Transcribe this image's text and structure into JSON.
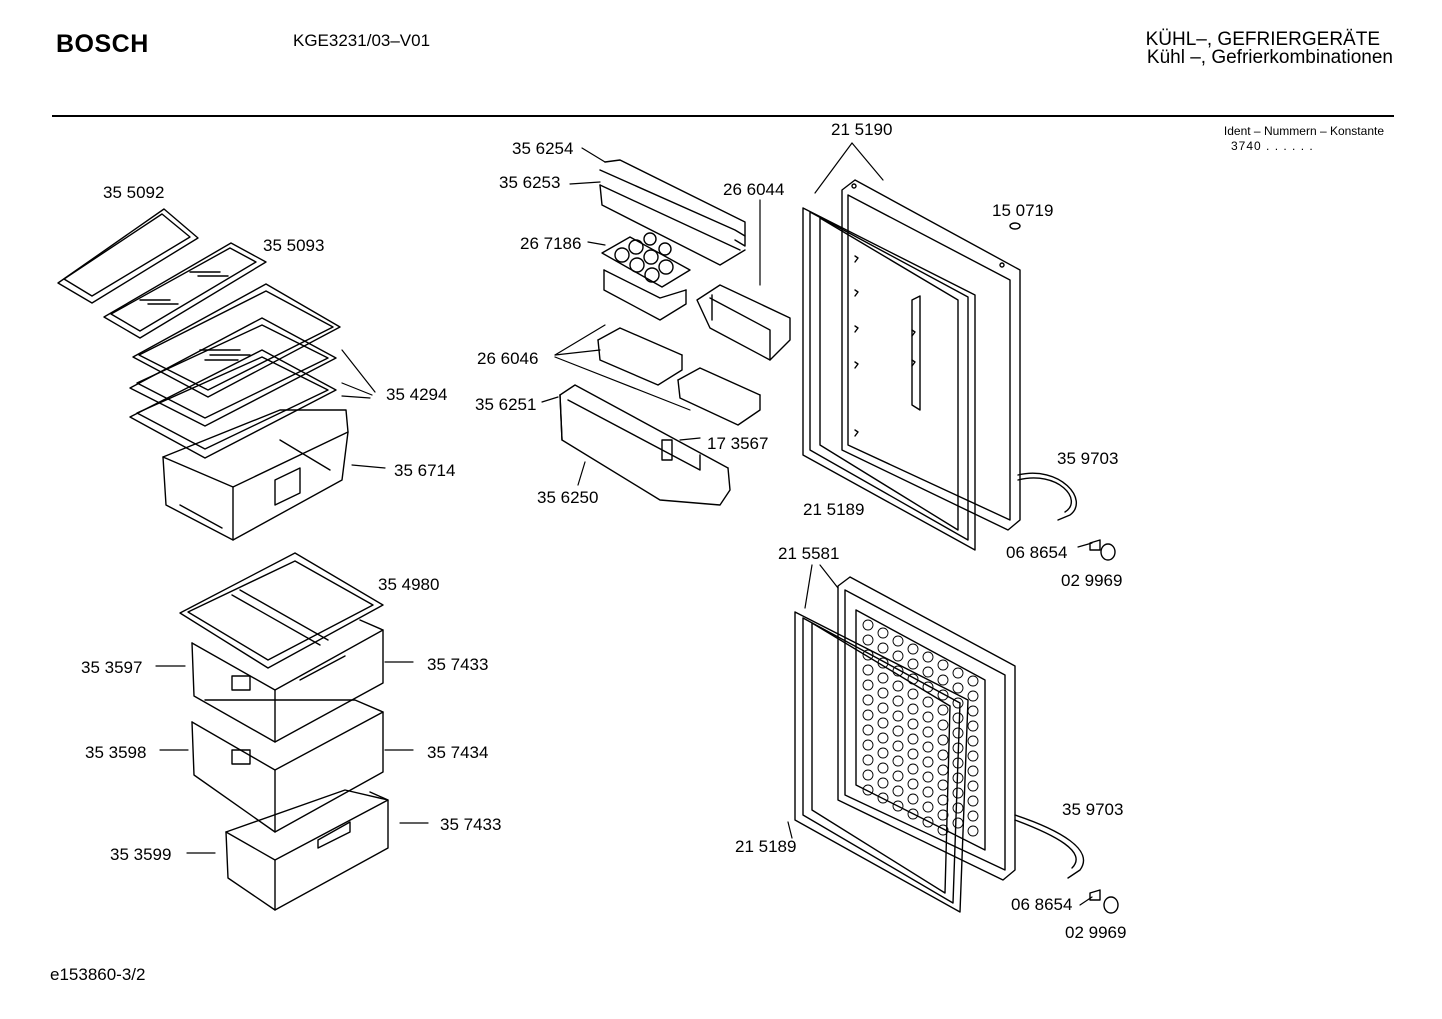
{
  "header": {
    "brand": "BOSCH",
    "model": "KGE3231/03–V01",
    "category_line1": "KÜHL–, GEFRIERGERÄTE",
    "category_line2": "Kühl –, Gefrierkombinationen"
  },
  "ident": {
    "label": "Ident – Nummern – Konstante",
    "value": "3740 . .   . . . ."
  },
  "footer": {
    "drawing_id": "e153860-3/2"
  },
  "part_labels": [
    "35 5092",
    "35 5093",
    "35 4294",
    "35 6714",
    "35 4980",
    "35 3597",
    "35 7433",
    "35 3598",
    "35 7434",
    "35 7433",
    "35 3599",
    "35 6254",
    "35 6253",
    "26 7186",
    "26 6044",
    "26 6046",
    "35 6251",
    "17 3567",
    "35 6250",
    "21 5190",
    "15 0719",
    "35 9703",
    "21 5189",
    "06 8654",
    "02 9969",
    "21 5581",
    "35 9703",
    "21 5189",
    "06 8654",
    "02 9969"
  ]
}
